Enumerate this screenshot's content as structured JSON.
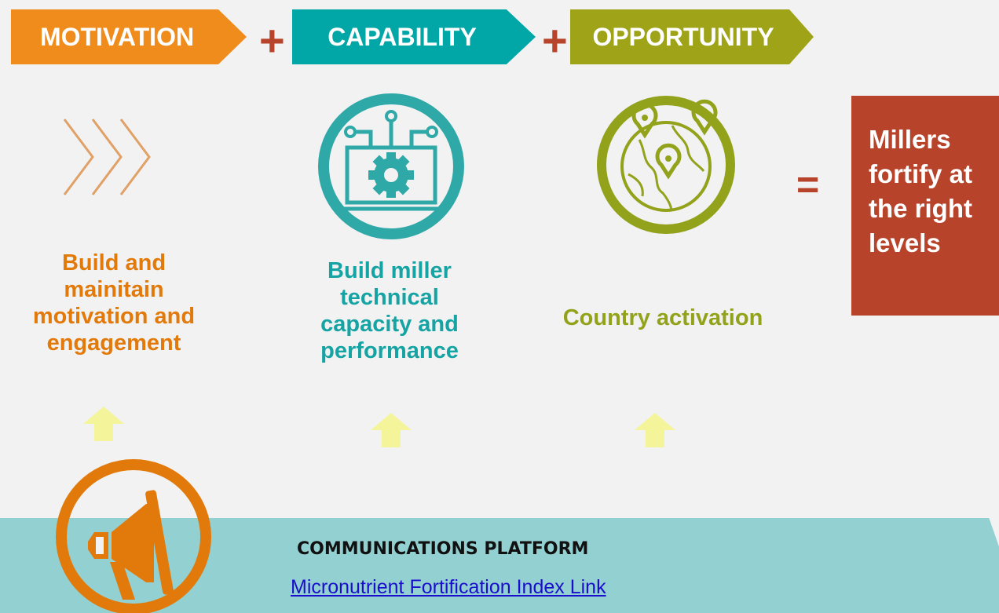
{
  "header": {
    "motivation": {
      "label": "MOTIVATION",
      "color": "#f08c1c"
    },
    "capability": {
      "label": "CAPABILITY",
      "color": "#00a7a6"
    },
    "opportunity": {
      "label": "OPPORTUNITY",
      "color": "#9fa318"
    },
    "plus_symbol": "+",
    "plus_color": "#b8432b"
  },
  "columns": [
    {
      "icon": "chevrons-icon",
      "caption": "Build and mainitain motivation and engagement",
      "color": "#e27a0b"
    },
    {
      "icon": "laptop-gear-icon",
      "caption": "Build miller technical capacity and performance",
      "color": "#16a3a3"
    },
    {
      "icon": "globe-map-icon",
      "caption": "Country activation",
      "color": "#93a21b"
    }
  ],
  "equals_symbol": "=",
  "result": {
    "text": "Millers fortify at the right levels",
    "color": "#b8432b"
  },
  "up_arrow_color": "#f4f59a",
  "platform": {
    "title": "COMMUNICATIONS PLATFORM",
    "link_text": "Micronutrient Fortification Index Link",
    "color": "#92d0d2",
    "icon": "megaphone-icon"
  }
}
